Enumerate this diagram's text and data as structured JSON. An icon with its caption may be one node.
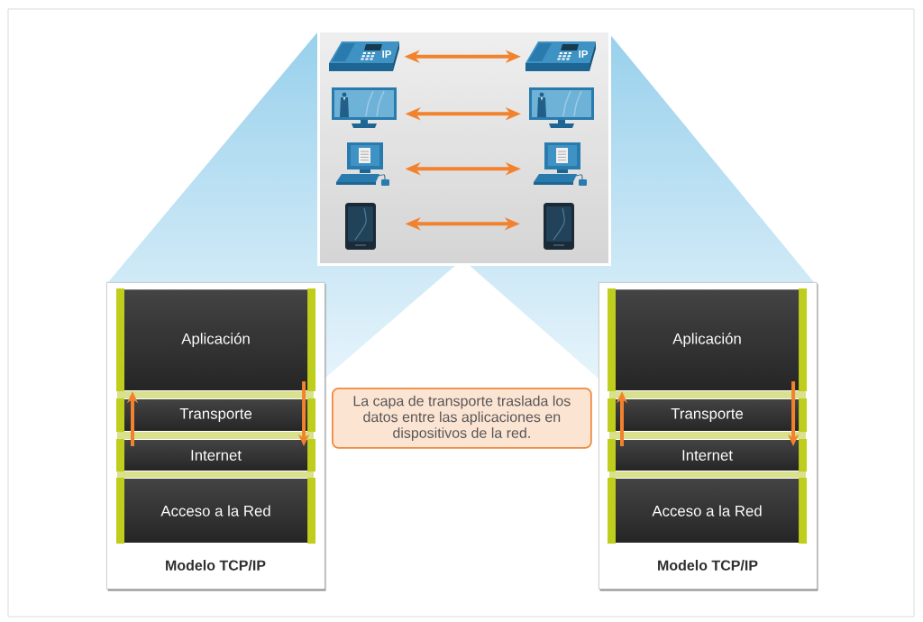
{
  "diagram": {
    "nodes": [
      {
        "text": [],
        "shape": "box"
      },
      {
        "text": [
          "IP"
        ],
        "in": 0
      },
      {
        "text": [
          "IP"
        ],
        "in": 0
      },
      {
        "text": [],
        "shape": "picture",
        "in": 0
      },
      {
        "text": [],
        "shape": "picture",
        "in": 0
      },
      {
        "text": [],
        "shape": "picture",
        "in": 0
      },
      {
        "text": [],
        "shape": "picture",
        "in": 0
      },
      {
        "text": [],
        "shape": "picture",
        "in": 0
      },
      {
        "text": [],
        "shape": "picture",
        "in": 0
      },
      {
        "text": [
          "Modelo TCP/IP"
        ]
      },
      {
        "text": [
          "Aplicación"
        ],
        "in": 9
      },
      {
        "text": [
          "Transporte"
        ],
        "in": 9
      },
      {
        "text": [
          "Internet"
        ],
        "in": 9
      },
      {
        "text": [
          "Acceso a la Red"
        ],
        "in": 9
      },
      {
        "text": [
          "La capa de transporte traslada los datos entre las aplicaciones en dispositivos de la red."
        ]
      },
      {
        "text": [
          "Modelo TCP/IP"
        ]
      },
      {
        "text": [
          "Aplicación"
        ],
        "in": 15
      },
      {
        "text": [
          "Transporte"
        ],
        "in": 15
      },
      {
        "text": [
          "Internet"
        ],
        "in": 15
      },
      {
        "text": [
          "Acceso a la Red"
        ],
        "in": 15
      }
    ],
    "edges": [
      {
        "from": 1,
        "to": 2,
        "arrow": "both"
      },
      {
        "from": 3,
        "to": 4,
        "arrow": "both"
      },
      {
        "from": 5,
        "to": 6,
        "arrow": "both"
      },
      {
        "from": 7,
        "to": 8,
        "arrow": "both"
      },
      {
        "from": 12,
        "to": 11,
        "arrow": "none"
      },
      {
        "from": 11,
        "to": 10,
        "arrow": "to"
      },
      {
        "from": 10,
        "to": 11,
        "arrow": "none"
      },
      {
        "from": 11,
        "to": 12,
        "arrow": "to"
      },
      {
        "from": 18,
        "to": 17,
        "arrow": "none"
      },
      {
        "from": 17,
        "to": 16,
        "arrow": "to"
      },
      {
        "from": 16,
        "to": 17,
        "arrow": "none"
      },
      {
        "from": 17,
        "to": 18,
        "arrow": "to"
      }
    ]
  }
}
